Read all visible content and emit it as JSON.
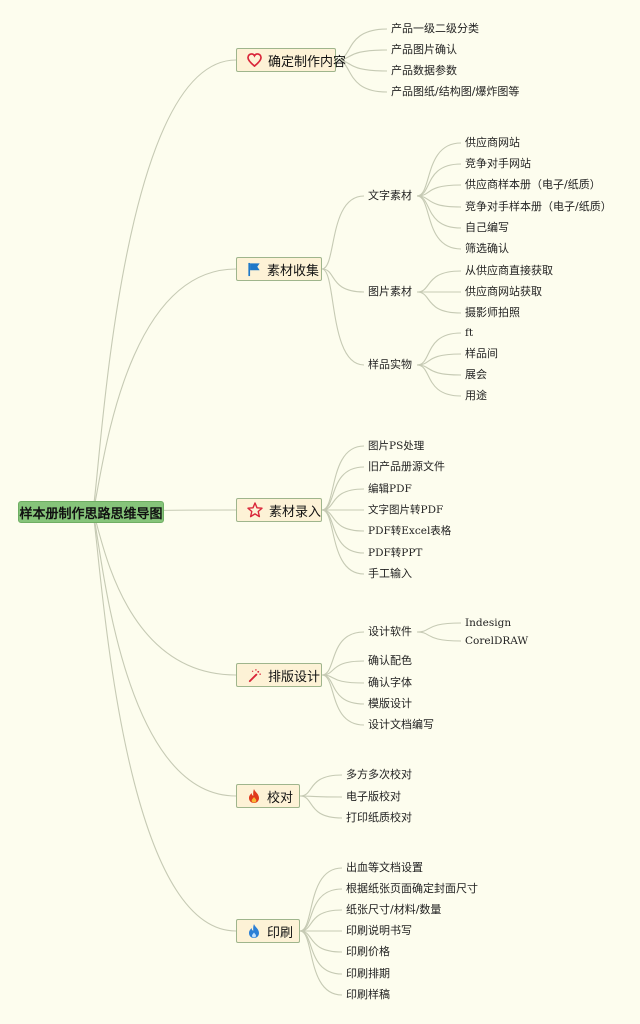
{
  "root": "样本册制作思路思维导图",
  "branches": [
    {
      "label": "确定制作内容",
      "icon": "heart-icon",
      "children": [
        {
          "label": "产品一级二级分类"
        },
        {
          "label": "产品图片确认"
        },
        {
          "label": "产品数据参数"
        },
        {
          "label": "产品图纸/结构图/爆炸图等"
        }
      ]
    },
    {
      "label": "素材收集",
      "icon": "flag-icon",
      "children": [
        {
          "label": "文字素材",
          "children": [
            "供应商网站",
            "竞争对手网站",
            "供应商样本册（电子/纸质）",
            "竞争对手样本册（电子/纸质）",
            "自己编写",
            "筛选确认"
          ]
        },
        {
          "label": "图片素材",
          "children": [
            "从供应商直接获取",
            "供应商网站获取",
            "摄影师拍照"
          ]
        },
        {
          "label": "样品实物",
          "children": [
            "ft",
            "样品间",
            "展会",
            "用途"
          ]
        }
      ]
    },
    {
      "label": "素材录入",
      "icon": "star-icon",
      "children": [
        {
          "label": "图片PS处理"
        },
        {
          "label": "旧产品册源文件"
        },
        {
          "label": "编辑PDF"
        },
        {
          "label": "文字图片转PDF"
        },
        {
          "label": "PDF转Excel表格"
        },
        {
          "label": "PDF转PPT"
        },
        {
          "label": "手工输入"
        }
      ]
    },
    {
      "label": "排版设计",
      "icon": "magic-wand-icon",
      "children": [
        {
          "label": "设计软件",
          "children": [
            "Indesign",
            "CorelDRAW"
          ]
        },
        {
          "label": "确认配色"
        },
        {
          "label": "确认字体"
        },
        {
          "label": "模版设计"
        },
        {
          "label": "设计文档编写"
        }
      ]
    },
    {
      "label": "校对",
      "icon": "fire-icon",
      "children": [
        {
          "label": "多方多次校对"
        },
        {
          "label": "电子版校对"
        },
        {
          "label": "打印纸质校对"
        }
      ]
    },
    {
      "label": "印刷",
      "icon": "flame-blue-icon",
      "children": [
        {
          "label": "出血等文档设置"
        },
        {
          "label": "根据纸张页面确定封面尺寸"
        },
        {
          "label": "纸张尺寸/材料/数量"
        },
        {
          "label": "印刷说明书写"
        },
        {
          "label": "印刷价格"
        },
        {
          "label": "印刷排期"
        },
        {
          "label": "印刷样稿"
        }
      ]
    }
  ],
  "colors": {
    "background": "#fdfdee",
    "root_fill": "#86c47a",
    "branch_fill": "#fdf2d6",
    "branch_border": "#9fb58c",
    "line": "#c6cab4",
    "heart": "#d9263a",
    "flag": "#1f78c8",
    "star": "#d9263a",
    "wand": "#d9263a",
    "fire": "#e0391c",
    "flame_blue": "#2b7fd6"
  }
}
